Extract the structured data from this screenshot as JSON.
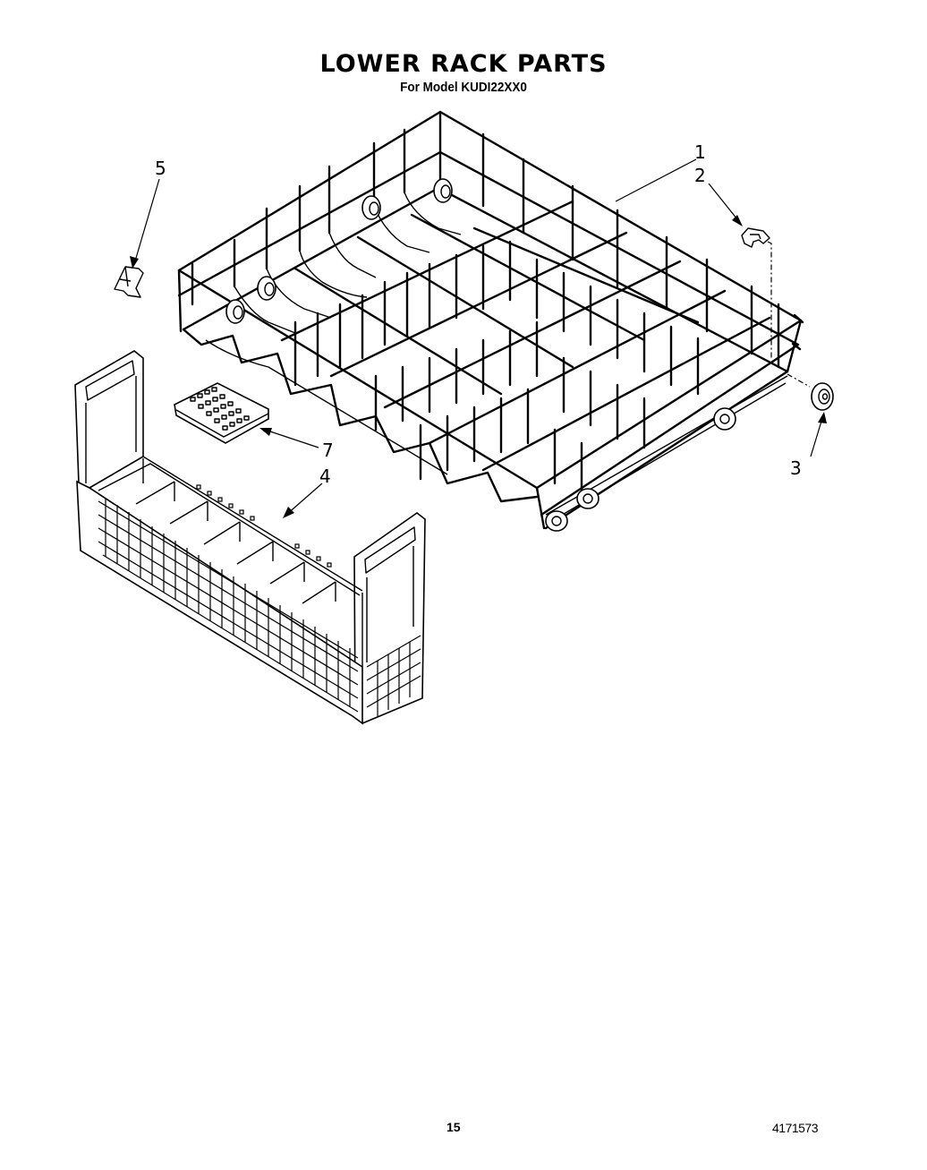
{
  "header": {
    "title": "LOWER RACK PARTS",
    "subtitle": "For Model KUDI22XX0"
  },
  "diagram": {
    "parts": [
      {
        "callout": "1",
        "name": "lower-rack-assembly"
      },
      {
        "callout": "2",
        "name": "rack-clip"
      },
      {
        "callout": "3",
        "name": "rack-wheel"
      },
      {
        "callout": "4",
        "name": "silverware-basket"
      },
      {
        "callout": "5",
        "name": "rack-bumper"
      },
      {
        "callout": "7",
        "name": "basket-lid"
      }
    ]
  },
  "footer": {
    "page_number": "15",
    "document_number": "4171573"
  }
}
